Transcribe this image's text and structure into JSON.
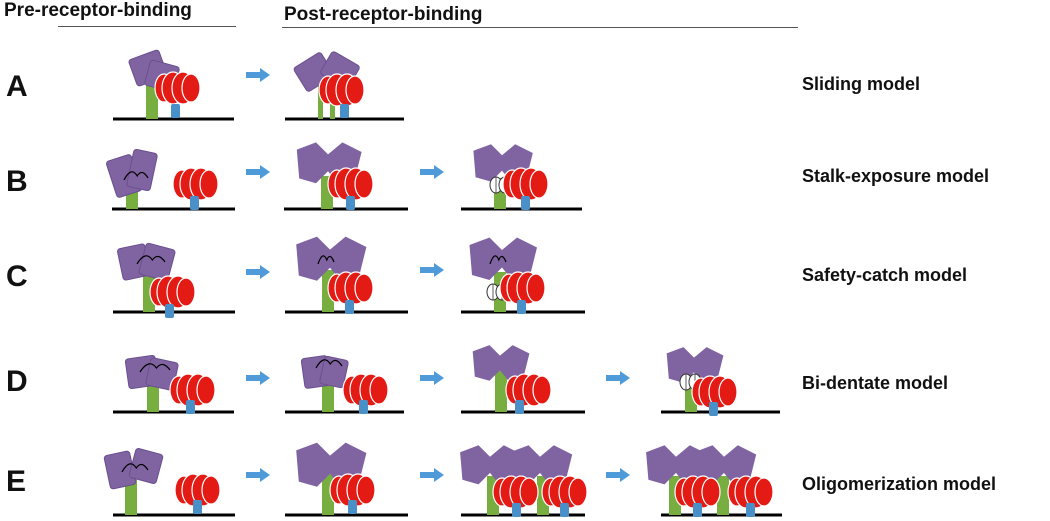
{
  "headers": {
    "pre": "Pre-receptor-binding",
    "post": "Post-receptor-binding"
  },
  "rows": [
    {
      "letter": "A",
      "model": "Sliding model"
    },
    {
      "letter": "B",
      "model": "Stalk-exposure model"
    },
    {
      "letter": "C",
      "model": "Safety-catch model"
    },
    {
      "letter": "D",
      "model": "Bi-dentate model"
    },
    {
      "letter": "E",
      "model": "Oligomerization model"
    }
  ],
  "colors": {
    "head": "#8064A2",
    "stalk": "#77AE3F",
    "receptor": "#E41B14",
    "anchor": "#4A90C8",
    "arrow": "#4F9BD9",
    "membrane": "#000000"
  }
}
